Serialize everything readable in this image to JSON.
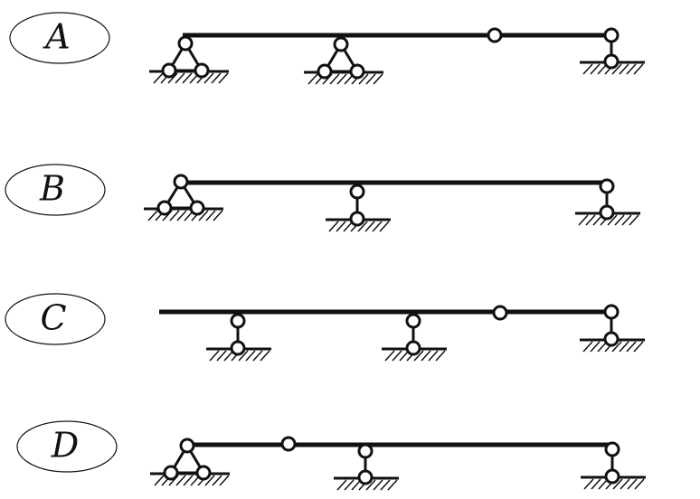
{
  "diagram": {
    "ink": "#111111",
    "background": "#ffffff",
    "options": [
      {
        "label": "A",
        "supports": [
          "fixed-pin",
          "fixed-pin",
          "roller-link"
        ],
        "internal_hinges": 1
      },
      {
        "label": "B",
        "supports": [
          "fixed-pin",
          "roller-link",
          "roller-link"
        ],
        "internal_hinges": 0
      },
      {
        "label": "C",
        "supports": [
          "roller-link",
          "roller-link",
          "roller-link"
        ],
        "internal_hinges": 1
      },
      {
        "label": "D",
        "supports": [
          "fixed-pin",
          "roller-link",
          "roller-link"
        ],
        "internal_hinges": 1
      }
    ]
  }
}
